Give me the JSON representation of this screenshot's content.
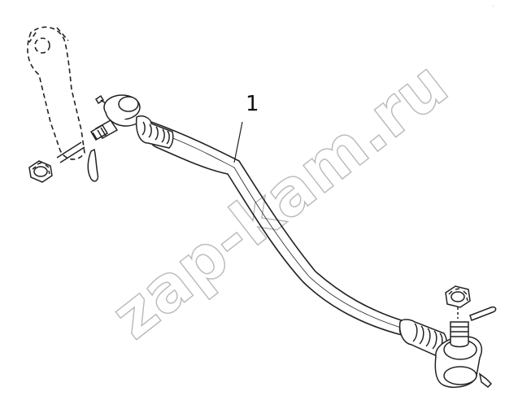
{
  "diagram": {
    "callouts": [
      {
        "id": "1",
        "label": "1"
      }
    ],
    "watermark": "zap-kam.ru",
    "corner_code": "··"
  }
}
